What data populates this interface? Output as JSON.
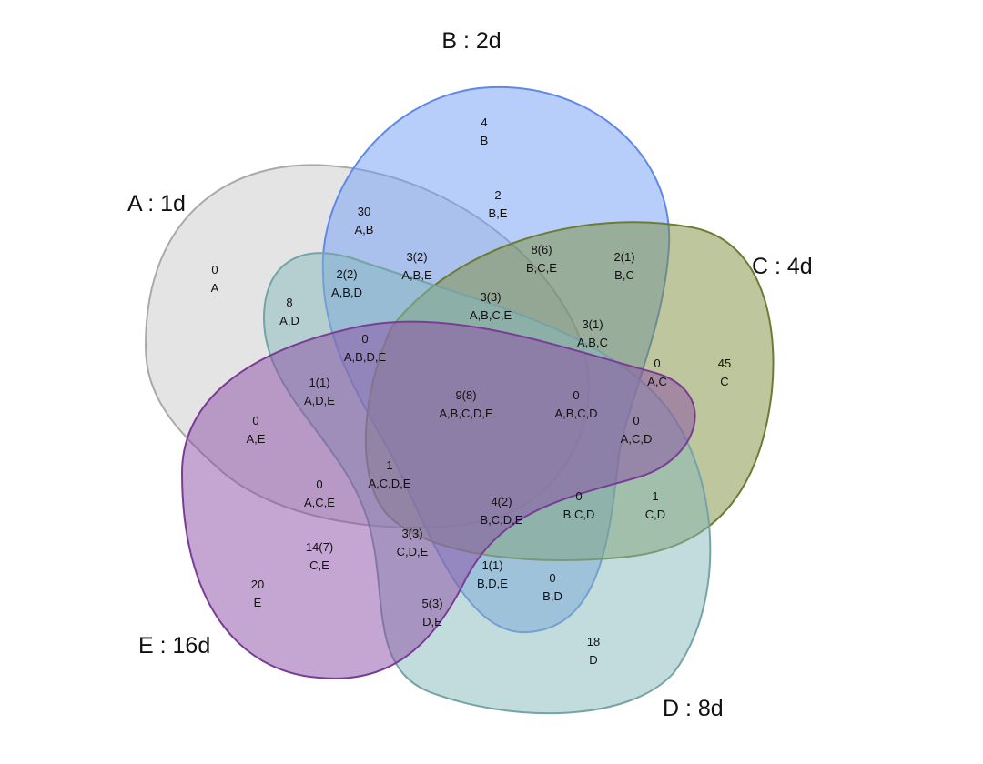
{
  "sets": [
    {
      "id": "A",
      "title": "A : 1d",
      "fill": "#c9c9c9",
      "stroke": "#a9a9a9"
    },
    {
      "id": "B",
      "title": "B : 2d",
      "fill": "#6f9bf6",
      "stroke": "#5f89e6"
    },
    {
      "id": "C",
      "title": "C : 4d",
      "fill": "#7b8d3c",
      "stroke": "#6c7c34"
    },
    {
      "id": "D",
      "title": "D : 8d",
      "fill": "#86b7ba",
      "stroke": "#75a3a6"
    },
    {
      "id": "E",
      "title": "E : 16d",
      "fill": "#8c4ea6",
      "stroke": "#7a3d96"
    }
  ],
  "regions": [
    {
      "name": "A",
      "count": "0",
      "sets": "A"
    },
    {
      "name": "B",
      "count": "4",
      "sets": "B"
    },
    {
      "name": "C",
      "count": "45",
      "sets": "C"
    },
    {
      "name": "D",
      "count": "18",
      "sets": "D"
    },
    {
      "name": "E",
      "count": "20",
      "sets": "E"
    },
    {
      "name": "AB",
      "count": "30",
      "sets": "A,B"
    },
    {
      "name": "BE",
      "count": "2",
      "sets": "B,E"
    },
    {
      "name": "ABE",
      "count": "3(2)",
      "sets": "A,B,E"
    },
    {
      "name": "BCE",
      "count": "8(6)",
      "sets": "B,C,E"
    },
    {
      "name": "BC",
      "count": "2(1)",
      "sets": "B,C"
    },
    {
      "name": "ABD",
      "count": "2(2)",
      "sets": "A,B,D"
    },
    {
      "name": "AD",
      "count": "8",
      "sets": "A,D"
    },
    {
      "name": "ABCE",
      "count": "3(3)",
      "sets": "A,B,C,E"
    },
    {
      "name": "ABC",
      "count": "3(1)",
      "sets": "A,B,C"
    },
    {
      "name": "ABDE",
      "count": "0",
      "sets": "A,B,D,E"
    },
    {
      "name": "AC",
      "count": "0",
      "sets": "A,C"
    },
    {
      "name": "ADE",
      "count": "1(1)",
      "sets": "A,D,E"
    },
    {
      "name": "ABCDE",
      "count": "9(8)",
      "sets": "A,B,C,D,E"
    },
    {
      "name": "ABCD",
      "count": "0",
      "sets": "A,B,C,D"
    },
    {
      "name": "ACD",
      "count": "0",
      "sets": "A,C,D"
    },
    {
      "name": "AE",
      "count": "0",
      "sets": "A,E"
    },
    {
      "name": "ACDE",
      "count": "1",
      "sets": "A,C,D,E"
    },
    {
      "name": "ACE",
      "count": "0",
      "sets": "A,C,E"
    },
    {
      "name": "BCDE",
      "count": "4(2)",
      "sets": "B,C,D,E"
    },
    {
      "name": "BCD",
      "count": "0",
      "sets": "B,C,D"
    },
    {
      "name": "CD",
      "count": "1",
      "sets": "C,D"
    },
    {
      "name": "CE",
      "count": "14(7)",
      "sets": "C,E"
    },
    {
      "name": "CDE",
      "count": "3(3)",
      "sets": "C,D,E"
    },
    {
      "name": "BDE",
      "count": "1(1)",
      "sets": "B,D,E"
    },
    {
      "name": "BD",
      "count": "0",
      "sets": "B,D"
    },
    {
      "name": "DE",
      "count": "5(3)",
      "sets": "D,E"
    }
  ]
}
